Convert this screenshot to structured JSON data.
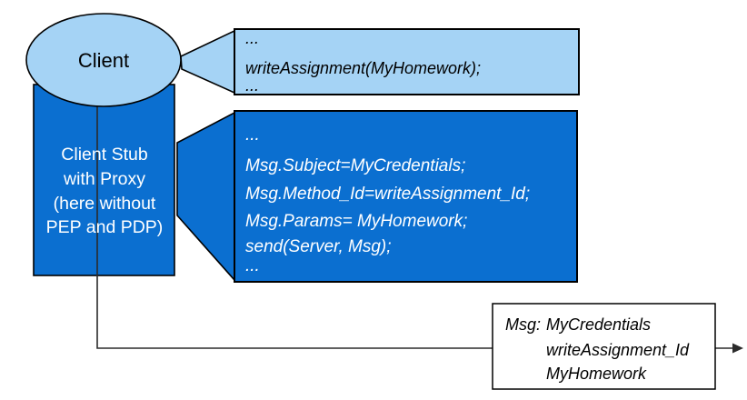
{
  "diagram": {
    "client_node": {
      "label": "Client"
    },
    "client_stub_node": {
      "lines": [
        "Client Stub",
        "with Proxy",
        "(here without",
        "PEP and PDP)"
      ]
    },
    "client_code_callout": {
      "lines": [
        "...",
        "writeAssignment(MyHomework);",
        "..."
      ]
    },
    "stub_code_callout": {
      "lines": [
        "...",
        "Msg.Subject=MyCredentials;",
        "Msg.Method_Id=writeAssignment_Id;",
        "Msg.Params= MyHomework;",
        "send(Server, Msg);",
        "..."
      ]
    },
    "message_note": {
      "label": "Msg:",
      "values": [
        "MyCredentials",
        "writeAssignment_Id",
        "MyHomework"
      ]
    },
    "colors": {
      "node_light_blue": "#a5d3f5",
      "node_dark_blue": "#0b6fd0",
      "outline_black": "#000000",
      "connector_gray": "#2b2b2b",
      "code_text_white": "#ffffff",
      "text_black": "#000000"
    }
  }
}
